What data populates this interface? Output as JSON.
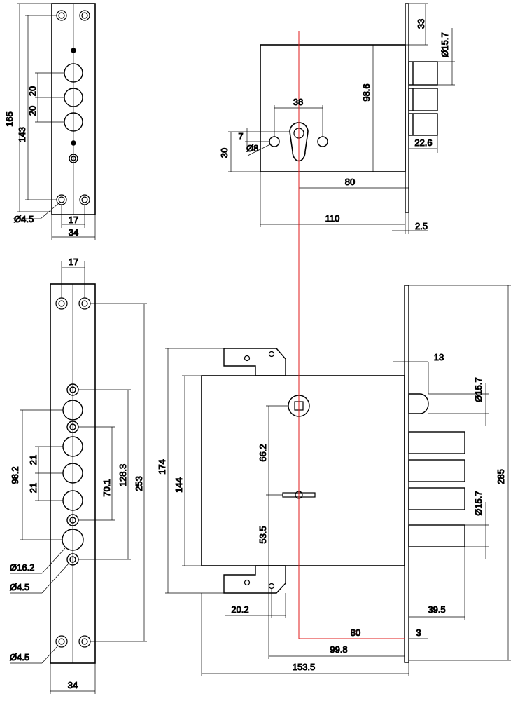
{
  "colors": {
    "line": "#000000",
    "dim": "#000000",
    "accent": "#e01b1b",
    "bg": "#ffffff"
  },
  "faceplate_top": {
    "dims": {
      "d20a": "20",
      "d20b": "20",
      "h165": "165",
      "h143": "143",
      "dia45": "Ø4.5",
      "w17": "17",
      "w34": "34"
    }
  },
  "top_view": {
    "dims": {
      "d33": "33",
      "dia157": "Ø15.7",
      "h986": "98.6",
      "w38": "38",
      "d7": "7",
      "h30": "30",
      "dia8": "Ø8",
      "w226": "22.6",
      "w80": "80",
      "w110": "110",
      "w25": "2.5"
    }
  },
  "faceplate_bottom": {
    "dims": {
      "w17": "17",
      "h982": "98.2",
      "d21a": "21",
      "d21b": "21",
      "h701": "70.1",
      "h1283": "128.3",
      "h253": "253",
      "dia162": "Ø16.2",
      "dia45a": "Ø4.5",
      "dia45b": "Ø4.5",
      "w34": "34"
    }
  },
  "front_view": {
    "dims": {
      "w13": "13",
      "dia157a": "Ø15.7",
      "h174": "174",
      "h144": "144",
      "h662": "66.2",
      "h535": "53.5",
      "dia157b": "Ø15.7",
      "h285": "285",
      "w202": "20.2",
      "w395": "39.5",
      "w80": "80",
      "w3": "3",
      "w998": "99.8",
      "w1535": "153.5"
    }
  }
}
